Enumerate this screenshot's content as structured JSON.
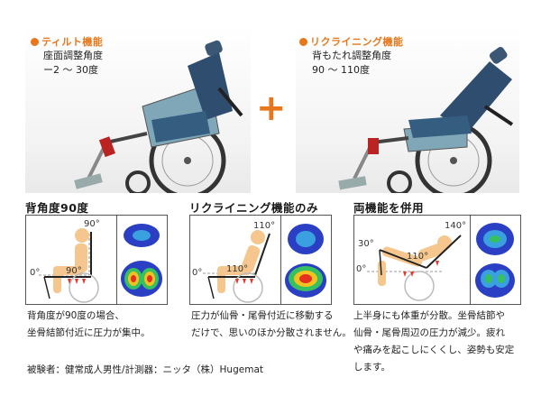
{
  "features": [
    {
      "title": "ティルト機能",
      "lines": [
        "座面調整角度",
        "ー2 〜 30度"
      ]
    },
    {
      "title": "リクライニング機能",
      "lines": [
        "背もたれ調整角度",
        "90 〜 110度"
      ]
    }
  ],
  "plus": "+",
  "sections": [
    {
      "heading": "背角度90度",
      "angles": [
        "90°",
        "0°",
        "90°"
      ],
      "caption": [
        "背角度が90度の場合、",
        "坐骨結節付近に圧力が集中。"
      ]
    },
    {
      "heading": "リクライニング機能のみ",
      "angles": [
        "110°",
        "0°",
        "110°"
      ],
      "caption": [
        "圧力が仙骨・尾骨付近に移動する",
        "だけで、思いのほか分散されません。"
      ]
    },
    {
      "heading": "両機能を併用",
      "angles": [
        "140°",
        "30°",
        "0°",
        "110°"
      ],
      "caption": [
        "上半身にも体重が分散。坐骨結節や",
        "仙骨・尾骨周辺の圧力が減少。疲れ",
        "や痛みを起こしにくくし、姿勢も安定",
        "します。"
      ]
    }
  ],
  "footnote": "被験者：健常成人男性/計測器：ニッタ（株）Hugemat",
  "colors": {
    "accent": "#e8761a",
    "figure": "#f5c78e",
    "arrow": "#e5372b",
    "heat_low": "#2a3fc4",
    "heat_high": "#e53020"
  }
}
